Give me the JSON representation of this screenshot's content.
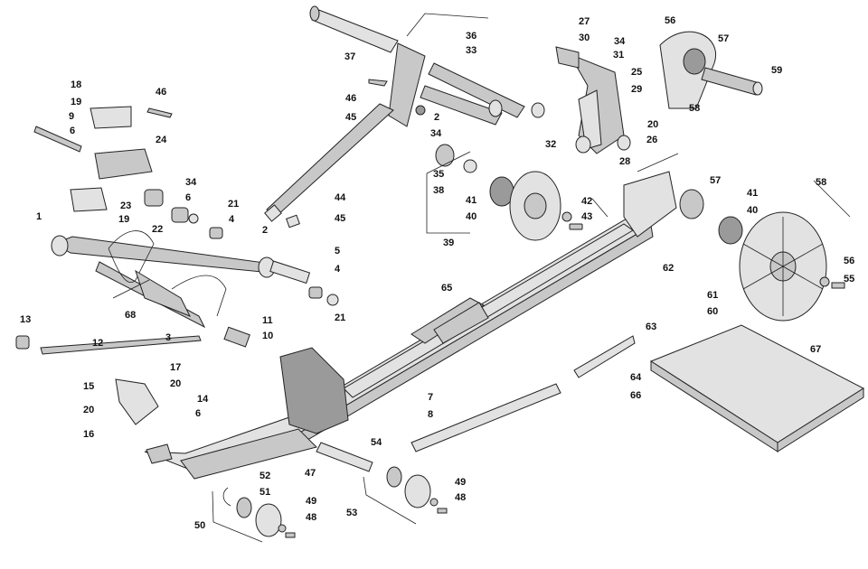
{
  "callouts": [
    "1",
    "2",
    "3",
    "4",
    "5",
    "6",
    "7",
    "8",
    "9",
    "10",
    "11",
    "12",
    "13",
    "14",
    "15",
    "16",
    "17",
    "18",
    "19",
    "20",
    "21",
    "22",
    "23",
    "24",
    "25",
    "26",
    "27",
    "28",
    "29",
    "30",
    "31",
    "32",
    "33",
    "34",
    "35",
    "36",
    "37",
    "38",
    "39",
    "40",
    "41",
    "42",
    "43",
    "44",
    "45",
    "46",
    "47",
    "48",
    "49",
    "50",
    "51",
    "52",
    "53",
    "54",
    "55",
    "56",
    "57",
    "58",
    "59",
    "60",
    "61",
    "62",
    "63",
    "64",
    "65",
    "66",
    "67",
    "68"
  ],
  "colors": {
    "line": "#222222",
    "part_fill": "#c8c8c8",
    "background": "#ffffff"
  }
}
